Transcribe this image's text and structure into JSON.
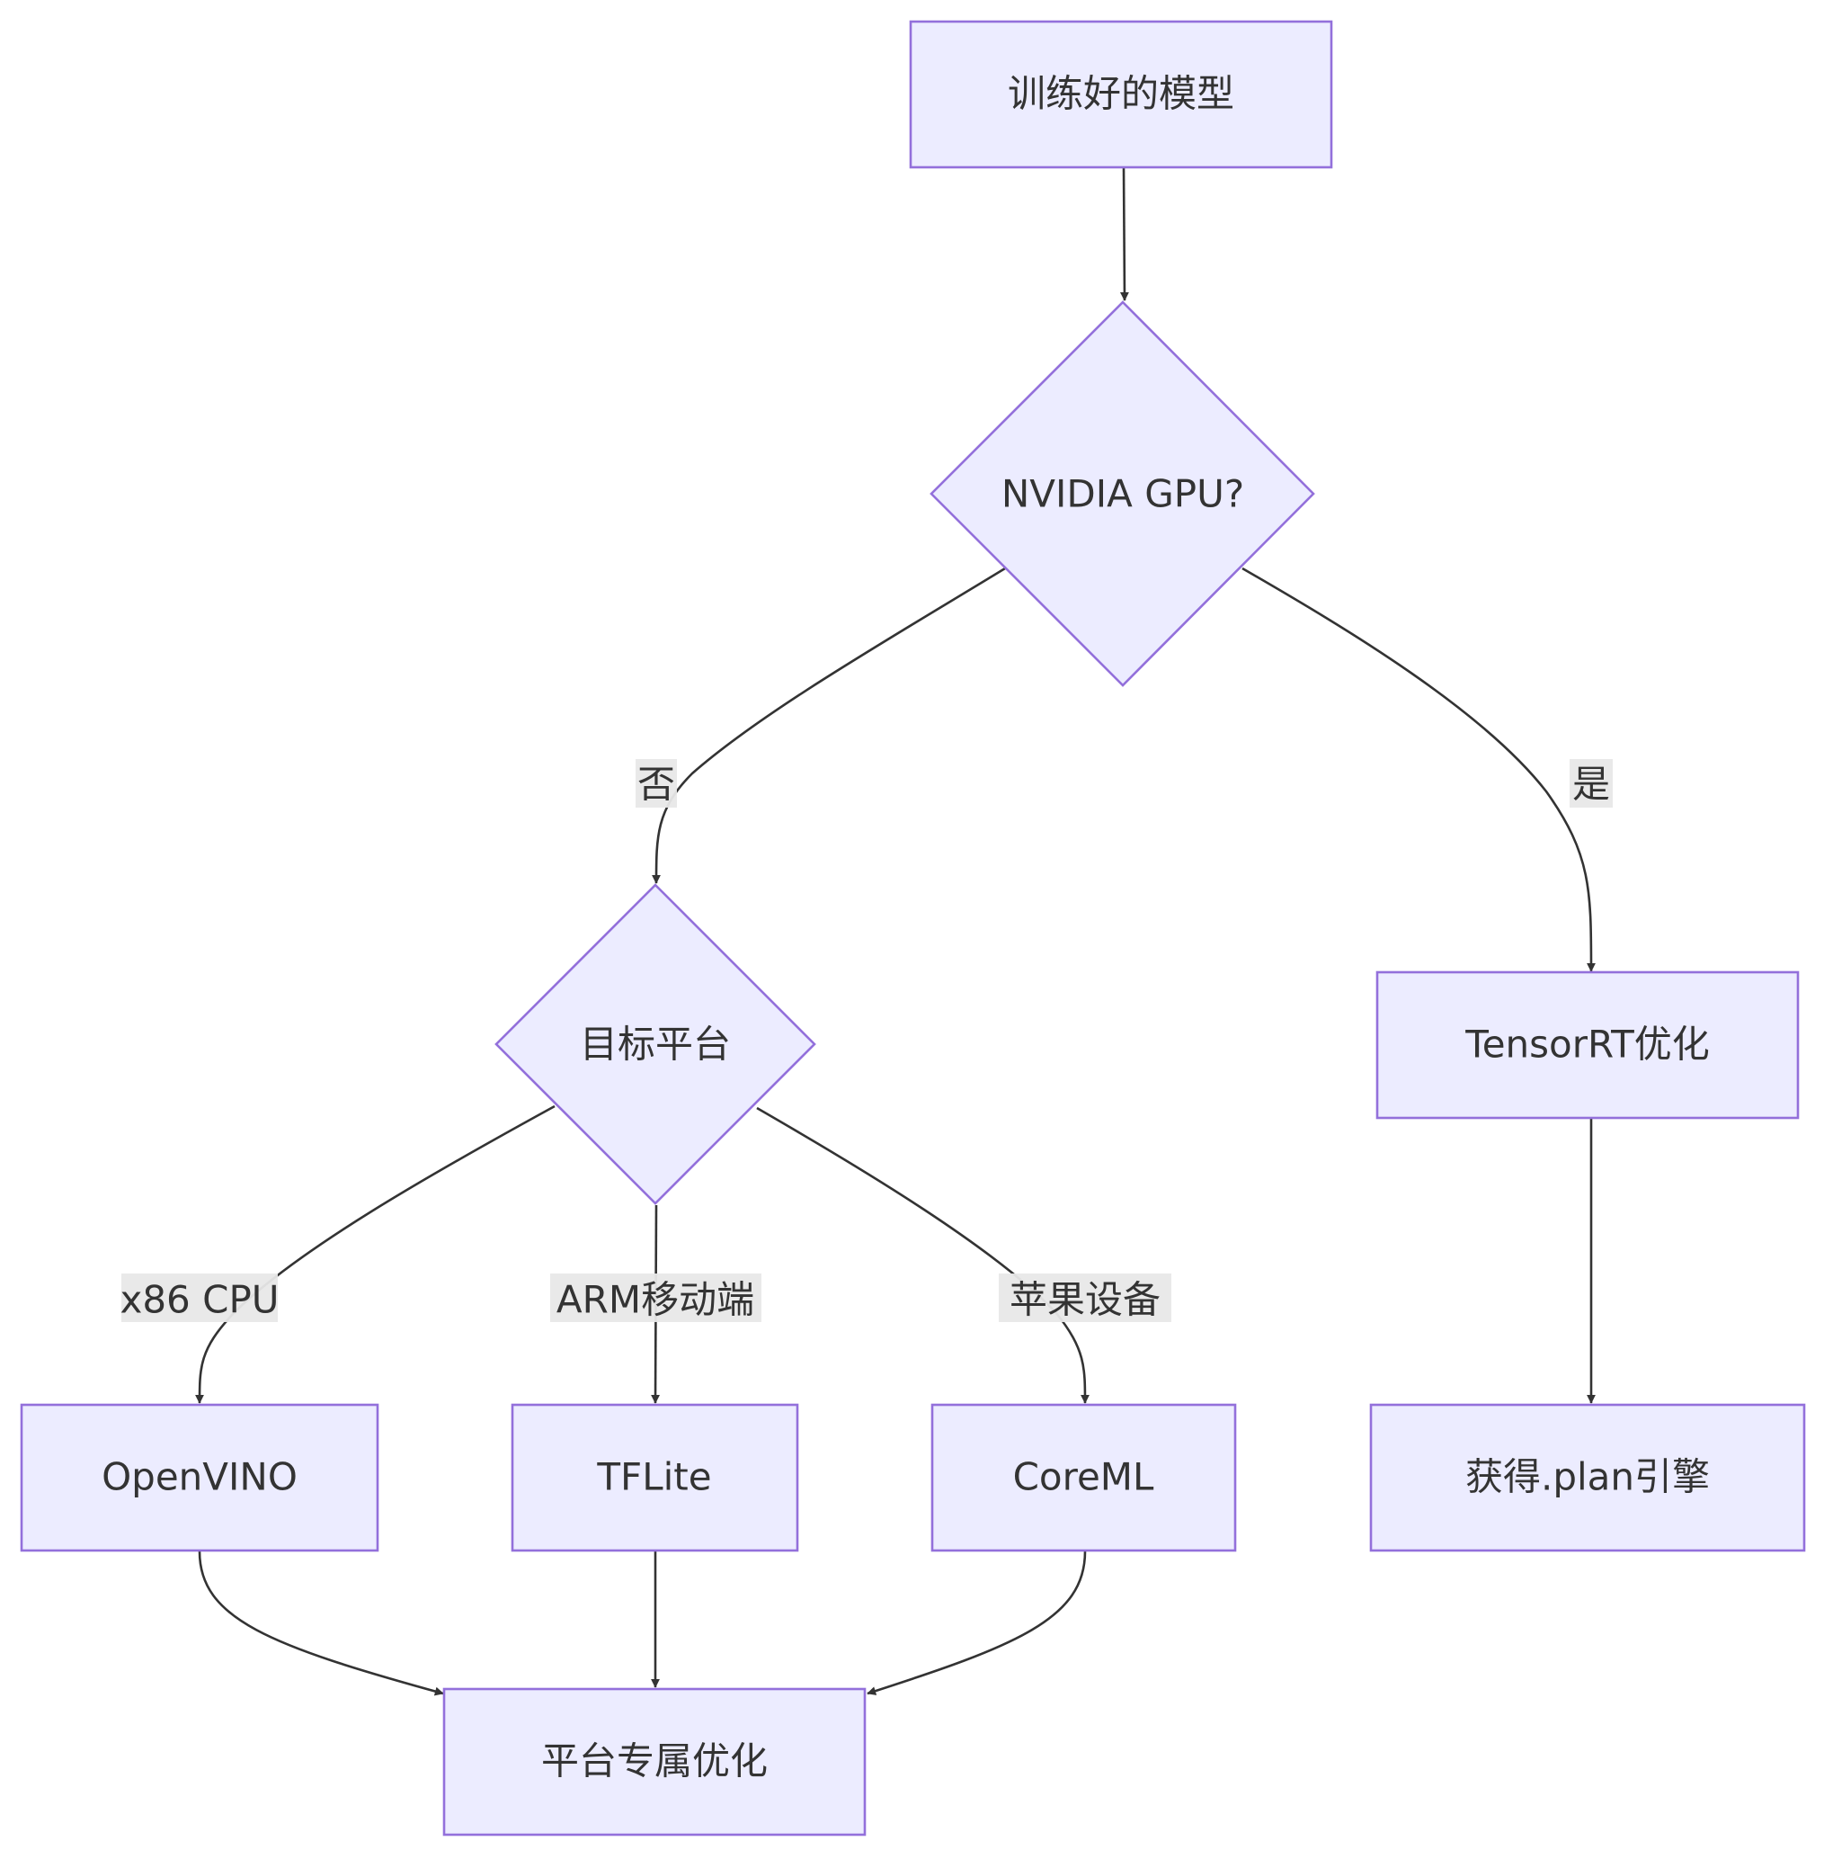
{
  "diagram": {
    "type": "flowchart",
    "nodes": {
      "trained_model": "训练好的模型",
      "nvidia_gpu": "NVIDIA GPU?",
      "target_platform": "目标平台",
      "tensorrt": "TensorRT优化",
      "plan_engine": "获得.plan引擎",
      "openvino": "OpenVINO",
      "tflite": "TFLite",
      "coreml": "CoreML",
      "platform_opt": "平台专属优化"
    },
    "edge_labels": {
      "no": "否",
      "yes": "是",
      "x86": "x86 CPU",
      "arm": "ARM移动端",
      "apple": "苹果设备"
    },
    "edges": [
      {
        "from": "trained_model",
        "to": "nvidia_gpu"
      },
      {
        "from": "nvidia_gpu",
        "to": "target_platform",
        "label": "否"
      },
      {
        "from": "nvidia_gpu",
        "to": "tensorrt",
        "label": "是"
      },
      {
        "from": "tensorrt",
        "to": "plan_engine"
      },
      {
        "from": "target_platform",
        "to": "openvino",
        "label": "x86 CPU"
      },
      {
        "from": "target_platform",
        "to": "tflite",
        "label": "ARM移动端"
      },
      {
        "from": "target_platform",
        "to": "coreml",
        "label": "苹果设备"
      },
      {
        "from": "openvino",
        "to": "platform_opt"
      },
      {
        "from": "tflite",
        "to": "platform_opt"
      },
      {
        "from": "coreml",
        "to": "platform_opt"
      }
    ],
    "colors": {
      "node_fill": "#ECECFF",
      "node_stroke": "#9370DB",
      "edge": "#333333",
      "label_bg": "#e8e8e8",
      "text": "#333333"
    }
  }
}
